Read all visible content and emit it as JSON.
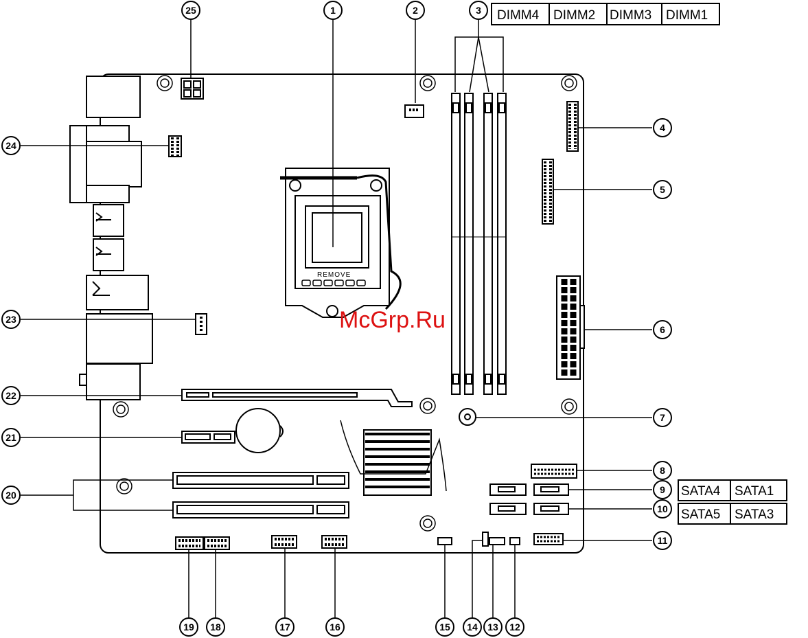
{
  "callouts": [
    "1",
    "2",
    "3",
    "4",
    "5",
    "6",
    "7",
    "8",
    "9",
    "10",
    "11",
    "12",
    "13",
    "14",
    "15",
    "16",
    "17",
    "18",
    "19",
    "20",
    "21",
    "22",
    "23",
    "24",
    "25"
  ],
  "dimm_labels": [
    "DIMM4",
    "DIMM2",
    "DIMM3",
    "DIMM1"
  ],
  "sata_row_9": [
    "SATA4",
    "SATA1"
  ],
  "sata_row_10": [
    "SATA5",
    "SATA3"
  ],
  "socket_text": "REMOVE",
  "watermark": "McGrp.Ru",
  "colors": {
    "line": "#000000",
    "board": "#ffffff",
    "watermark": "#dd1111"
  }
}
